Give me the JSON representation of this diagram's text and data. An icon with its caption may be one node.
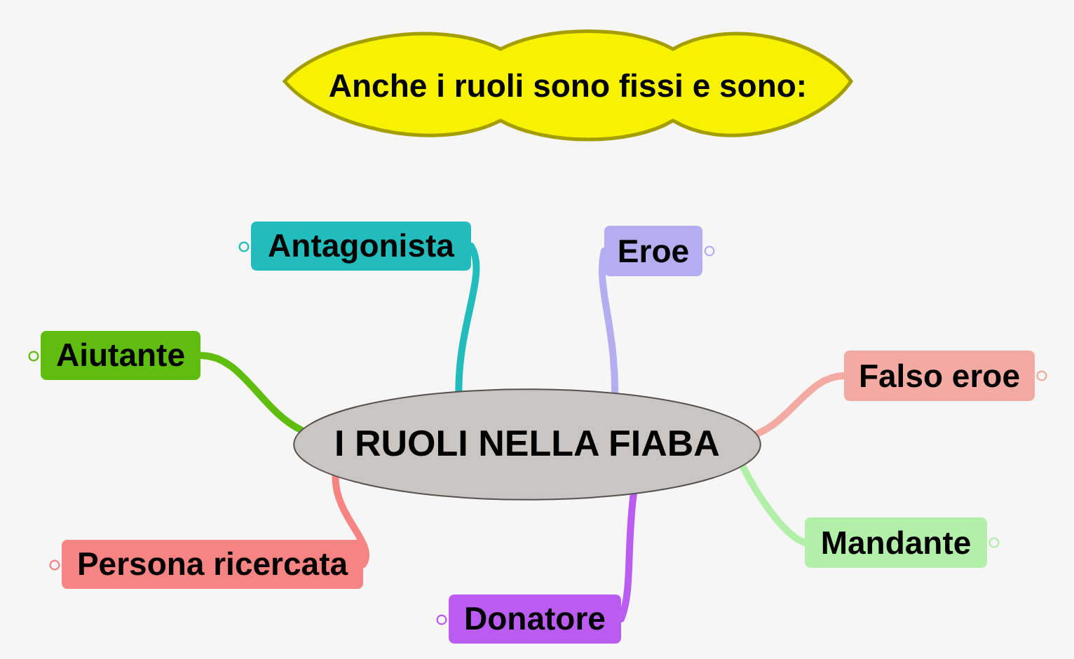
{
  "diagram": {
    "nodes": [
      {
        "text": [
          "Anche i ruoli sono fissi e sono:"
        ]
      },
      {
        "text": [
          "I RUOLI NELLA FIABA"
        ]
      },
      {
        "text": [
          "Antagonista"
        ]
      },
      {
        "text": [
          "Eroe"
        ]
      },
      {
        "text": [
          "Aiutante"
        ]
      },
      {
        "text": [
          "Falso eroe"
        ]
      },
      {
        "text": [
          "Mandante"
        ]
      },
      {
        "text": [
          "Persona ricercata"
        ]
      },
      {
        "text": [
          "Donatore"
        ]
      }
    ],
    "edges": [
      {
        "from": 1,
        "to": 2,
        "arrow": "none",
        "color": "#22bcbc"
      },
      {
        "from": 1,
        "to": 3,
        "arrow": "none",
        "color": "#b4aef0"
      },
      {
        "from": 1,
        "to": 4,
        "arrow": "none",
        "color": "#5fbd0e"
      },
      {
        "from": 1,
        "to": 5,
        "arrow": "none",
        "color": "#f2aaa2"
      },
      {
        "from": 1,
        "to": 6,
        "arrow": "none",
        "color": "#b2f0aa"
      },
      {
        "from": 1,
        "to": 7,
        "arrow": "none",
        "color": "#f58482"
      },
      {
        "from": 1,
        "to": 8,
        "arrow": "none",
        "color": "#bb5cf0"
      }
    ]
  }
}
